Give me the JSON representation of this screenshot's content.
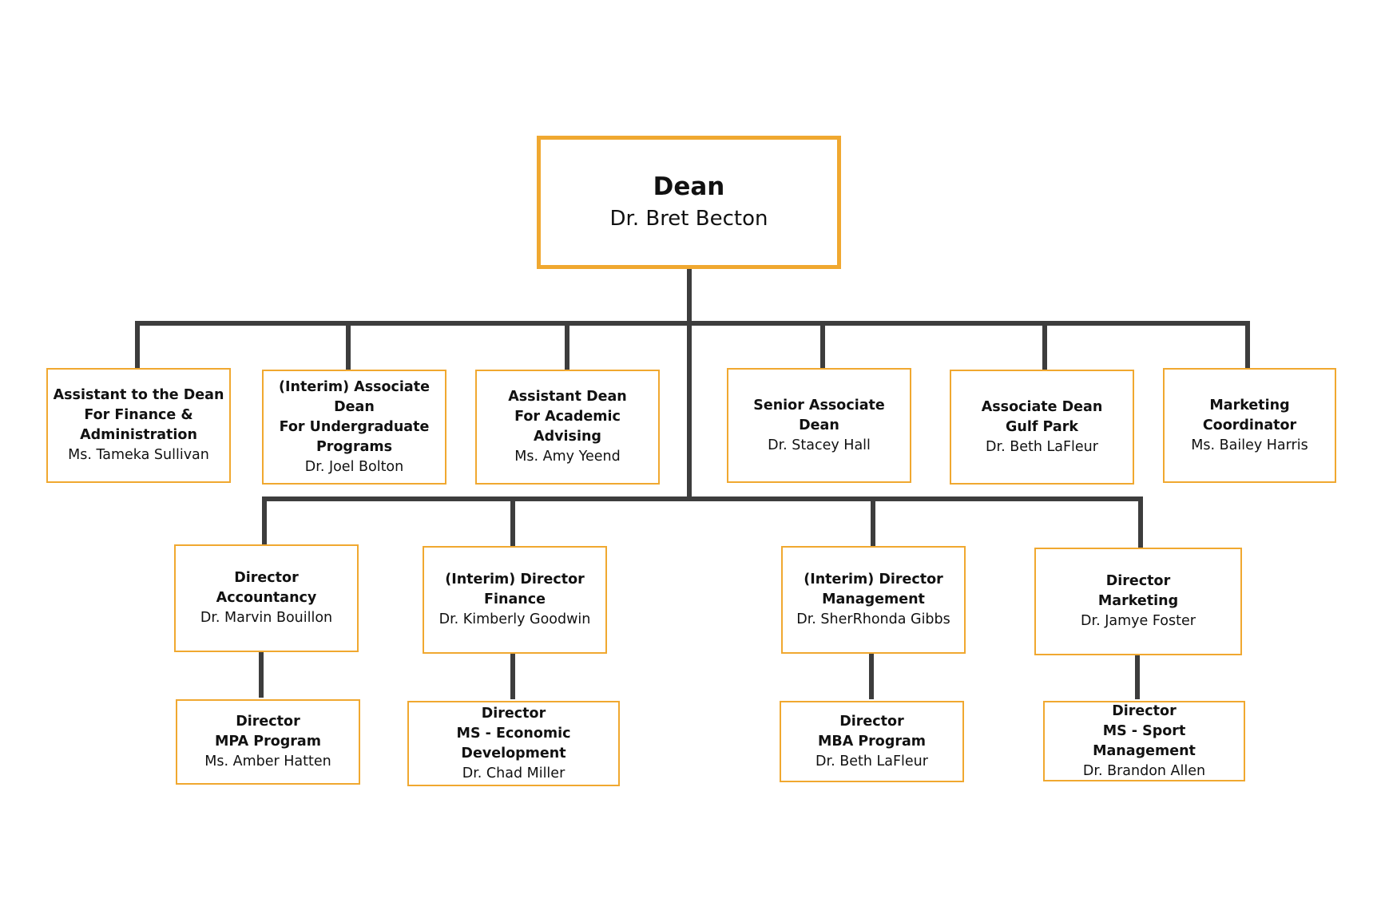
{
  "colors": {
    "box_border": "#f0a830",
    "connector": "#3d3d3d"
  },
  "dean": {
    "title": "Dean",
    "name": "Dr. Bret Becton"
  },
  "level1": [
    {
      "title": "Assistant to the Dean\nFor Finance &\nAdministration",
      "name": "Ms. Tameka Sullivan"
    },
    {
      "title": "(Interim) Associate Dean\nFor Undergraduate\nPrograms",
      "name": "Dr. Joel Bolton"
    },
    {
      "title": "Assistant Dean\nFor Academic Advising",
      "name": "Ms. Amy Yeend"
    },
    {
      "title": "Senior Associate Dean",
      "name": "Dr. Stacey Hall"
    },
    {
      "title": "Associate Dean\nGulf Park",
      "name": "Dr. Beth LaFleur"
    },
    {
      "title": "Marketing Coordinator",
      "name": "Ms. Bailey Harris"
    }
  ],
  "directors": [
    {
      "title": "Director\nAccountancy",
      "name": "Dr. Marvin Bouillon"
    },
    {
      "title": "(Interim) Director\nFinance",
      "name": "Dr. Kimberly Goodwin"
    },
    {
      "title": "(Interim) Director\nManagement",
      "name": "Dr. SherRhonda Gibbs"
    },
    {
      "title": "Director\nMarketing",
      "name": "Dr. Jamye Foster"
    }
  ],
  "programs": [
    {
      "title": "Director\nMPA Program",
      "name": "Ms. Amber Hatten"
    },
    {
      "title": "Director\nMS - Economic Development",
      "name": "Dr. Chad Miller"
    },
    {
      "title": "Director\nMBA Program",
      "name": "Dr. Beth LaFleur"
    },
    {
      "title": "Director\nMS - Sport Management",
      "name": "Dr. Brandon Allen"
    }
  ]
}
